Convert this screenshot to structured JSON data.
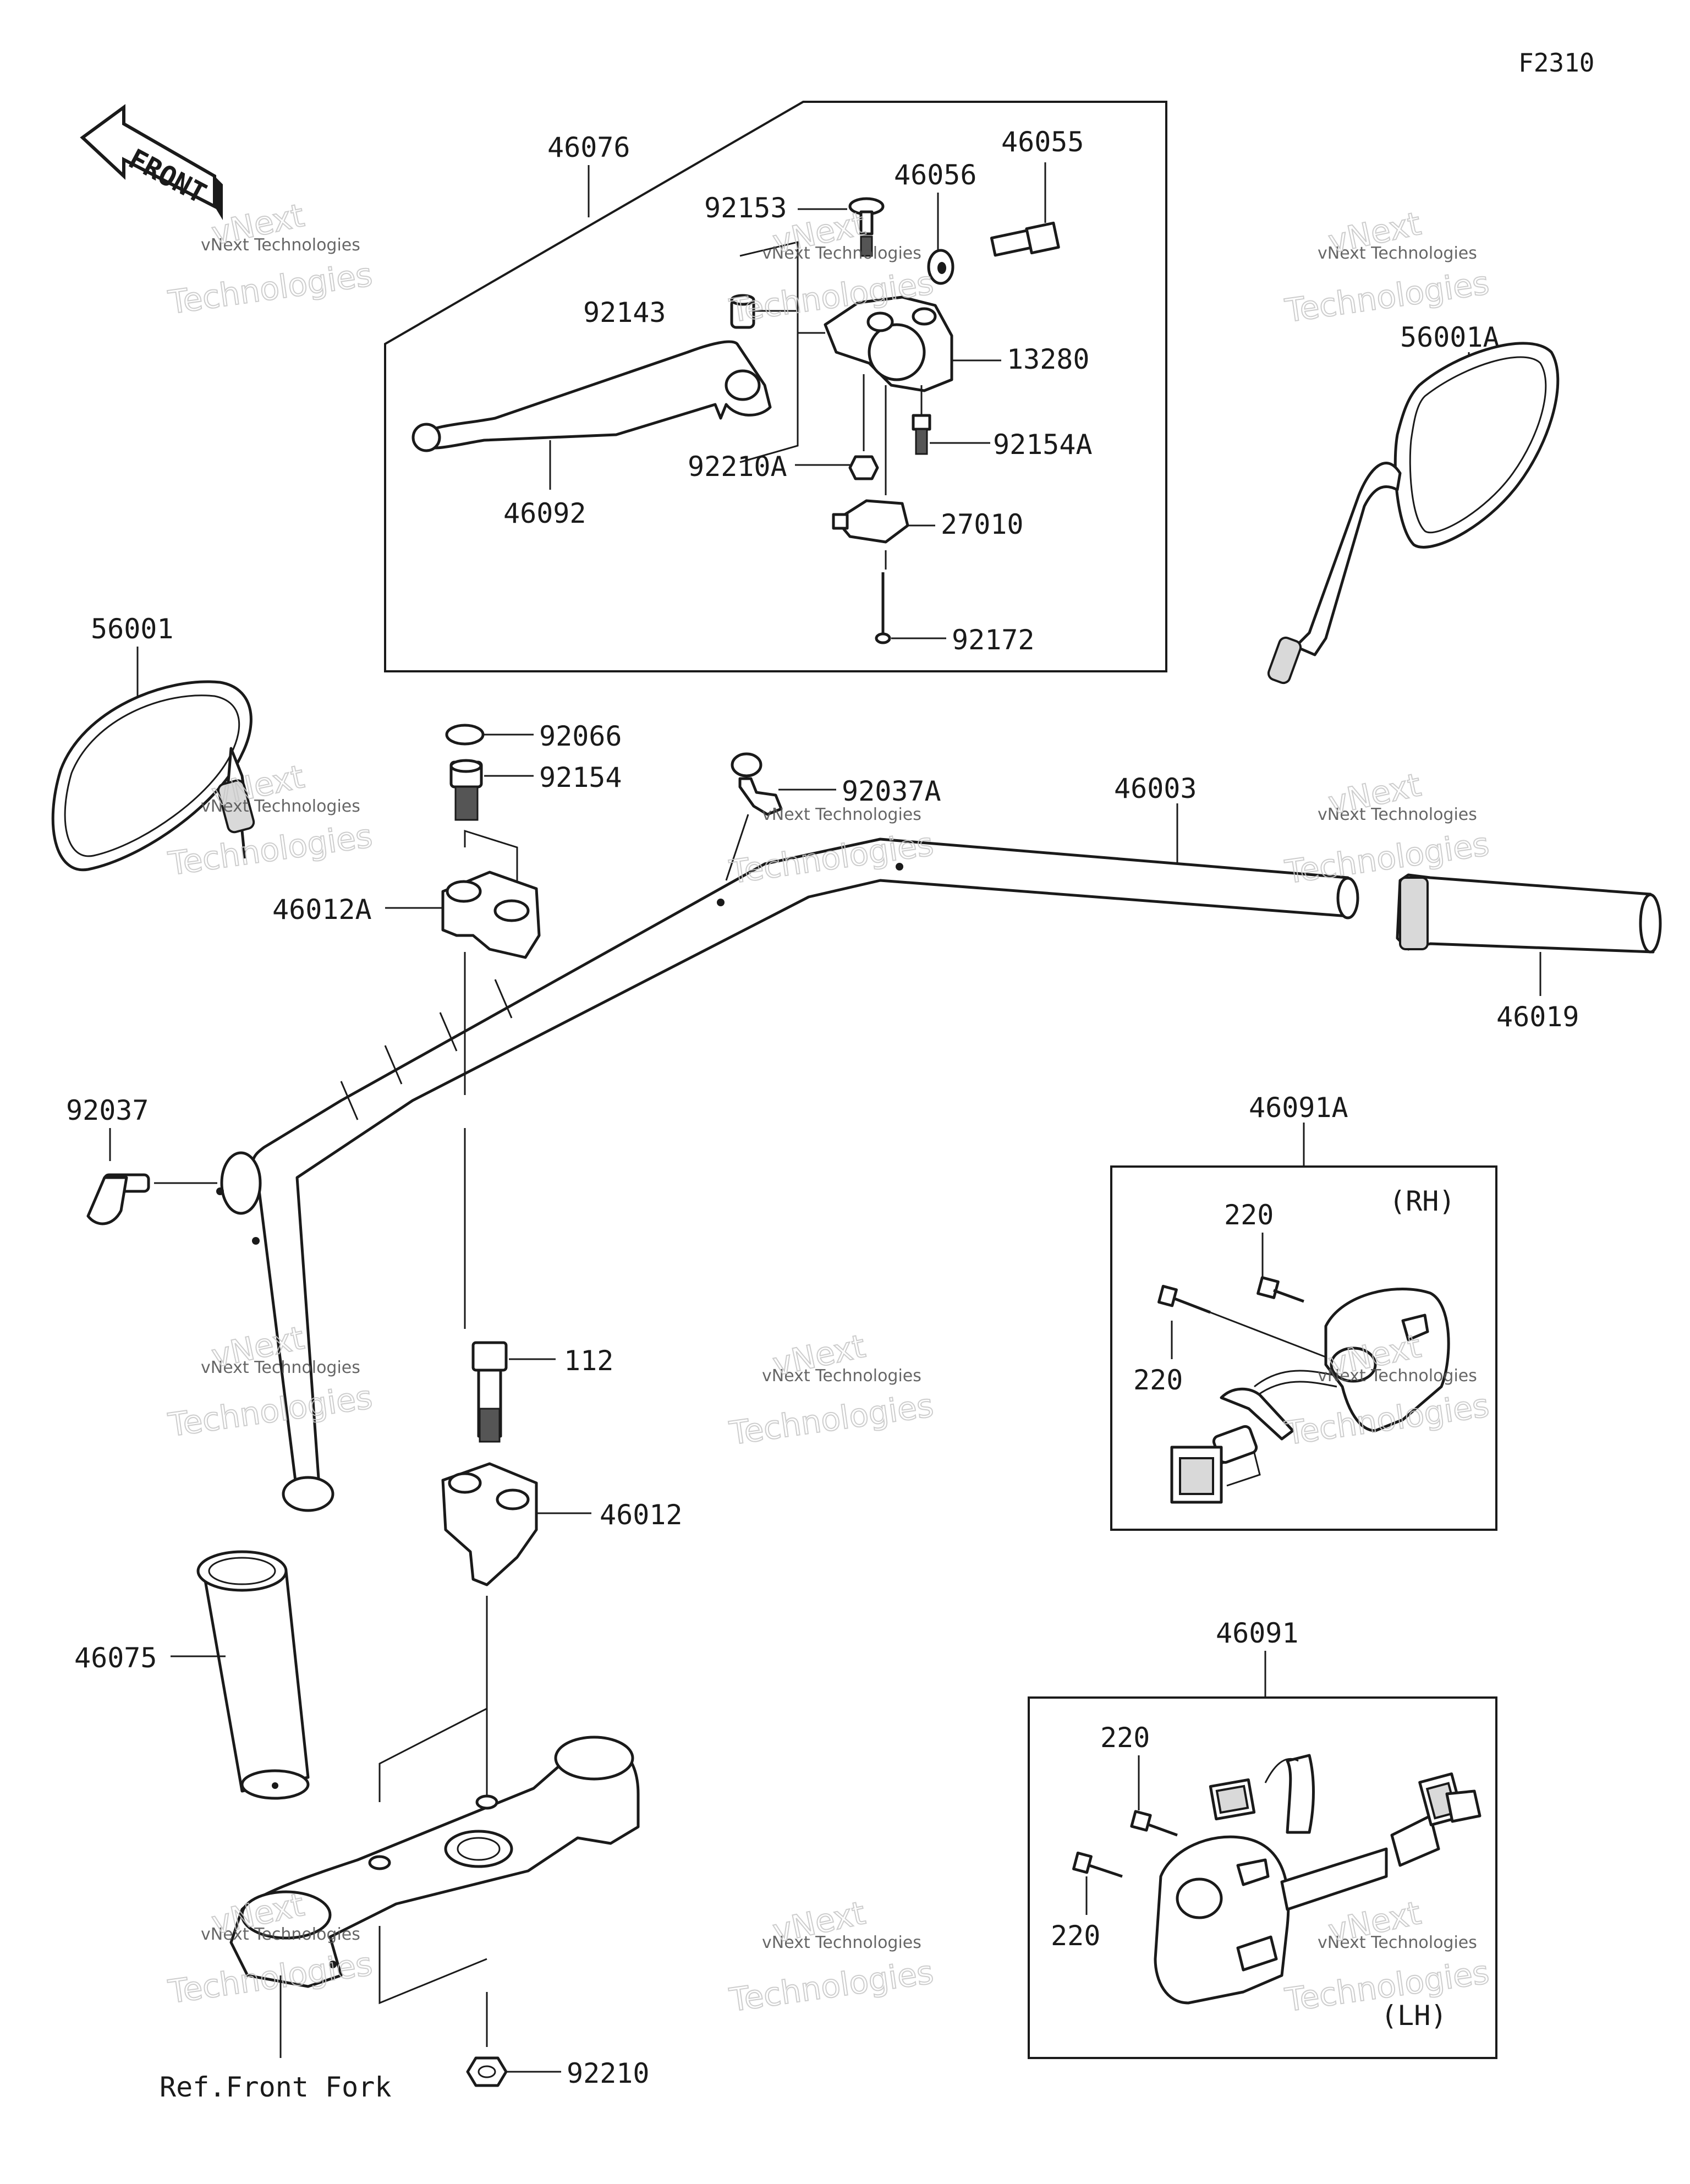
{
  "figure_id": "F2310",
  "front_label": "FRONT",
  "watermark": {
    "line1": "vNext Technologies",
    "line2": "Technologies",
    "line3": "vNext"
  },
  "labels": {
    "p46076": "46076",
    "p46055": "46055",
    "p46056": "46056",
    "p92153": "92153",
    "p92143": "92143",
    "p13280": "13280",
    "p92154A": "92154A",
    "p92210A": "92210A",
    "p46092": "46092",
    "p27010": "27010",
    "p92172": "92172",
    "p56001A": "56001A",
    "p56001": "56001",
    "p92066": "92066",
    "p92154": "92154",
    "p92037A": "92037A",
    "p46003": "46003",
    "p46012A": "46012A",
    "p46019": "46019",
    "p92037": "92037",
    "p46091A": "46091A",
    "p220a": "220",
    "rh": "(RH)",
    "p220b": "220",
    "p112": "112",
    "p46012": "46012",
    "p46075": "46075",
    "p46091": "46091",
    "p220c": "220",
    "p220d": "220",
    "lh": "(LH)",
    "p92210": "92210",
    "ref_front_fork": "Ref.Front Fork"
  }
}
